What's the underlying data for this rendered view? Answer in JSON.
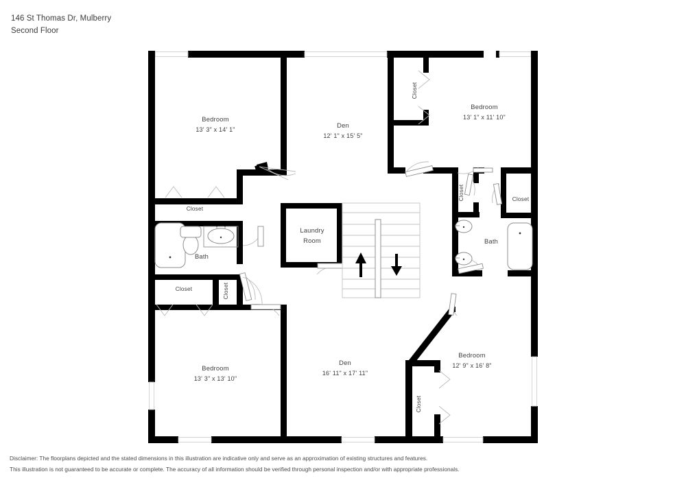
{
  "header": {
    "address": "146 St Thomas Dr, Mulberry",
    "floor": "Second Floor"
  },
  "footer": {
    "disclaimer_line1": "Disclaimer: The floorplans depicted and the stated dimensions in this illustration are indicative only and serve as an approximation of existing structures and features.",
    "disclaimer_line2": "This illustration is not guaranteed to be accurate or complete. The accuracy of all information should be verified through personal inspection and/or with appropriate professionals."
  },
  "colors": {
    "wall": "#000000",
    "text": "#3d3d3d",
    "fixture_stroke": "#8d8d8d",
    "door_arc": "#bbbbbb",
    "background": "#ffffff"
  },
  "floorplan": {
    "rooms": [
      {
        "id": "bedroom-top-left",
        "label": "Bedroom",
        "dimensions": "13' 3\" x 14' 1\""
      },
      {
        "id": "den-top",
        "label": "Den",
        "dimensions": "12' 1\" x 15' 5\""
      },
      {
        "id": "bedroom-top-right",
        "label": "Bedroom",
        "dimensions": "13' 1\" x 11' 10\""
      },
      {
        "id": "laundry-room",
        "label_line1": "Laundry",
        "label_line2": "Room"
      },
      {
        "id": "bath-left",
        "label": "Bath"
      },
      {
        "id": "bath-right",
        "label": "Bath"
      },
      {
        "id": "bedroom-bottom-left",
        "label": "Bedroom",
        "dimensions": "13' 3\" x 13' 10\""
      },
      {
        "id": "den-bottom",
        "label": "Den",
        "dimensions": "16' 11\" x 17' 11\""
      },
      {
        "id": "bedroom-bottom-right",
        "label": "Bedroom",
        "dimensions": "12' 9\" x 16' 8\""
      }
    ],
    "closets": [
      {
        "id": "closet-top-left",
        "label": "Closet",
        "orientation": "horizontal"
      },
      {
        "id": "closet-den-top",
        "label": "Closet",
        "orientation": "vertical"
      },
      {
        "id": "closet-mid-left",
        "label": "Closet",
        "orientation": "horizontal"
      },
      {
        "id": "closet-mid-left-small",
        "label": "Closet",
        "orientation": "vertical"
      },
      {
        "id": "closet-bath-right-a",
        "label": "Closet",
        "orientation": "vertical"
      },
      {
        "id": "closet-bath-right-b",
        "label": "Closet",
        "orientation": "horizontal"
      },
      {
        "id": "closet-bottom-right",
        "label": "Closet",
        "orientation": "vertical"
      }
    ],
    "stairs": {
      "up_arrow": "up-arrow",
      "down_arrow": "down-arrow"
    }
  }
}
